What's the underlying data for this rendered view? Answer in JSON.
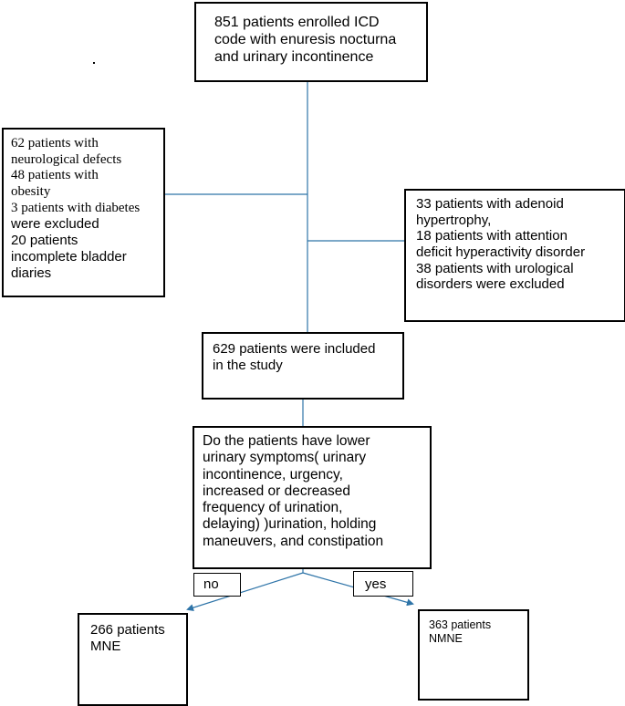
{
  "flowchart": {
    "enrolled": {
      "lines": [
        "851 patients enrolled ICD",
        "code with enuresis nocturna",
        "and urinary incontinence"
      ]
    },
    "exclusion_left": {
      "lines": [
        "62 patients  with",
        "neurological defects",
        "48 patients with",
        "obesity",
        "3 patients with diabetes",
        "were excluded",
        "20 patients",
        "incomplete bladder",
        "diaries"
      ]
    },
    "exclusion_right": {
      "lines": [
        "33 patients with adenoid",
        "hypertrophy,",
        "18 patients with attention",
        "deficit hyperactivity disorder",
        "38 patients with urological",
        "disorders were excluded"
      ]
    },
    "included": {
      "lines": [
        "629 patients were included",
        "in the study"
      ]
    },
    "question": {
      "lines": [
        "Do the patients have lower",
        "urinary symptoms( urinary",
        "incontinence, urgency,",
        "increased or decreased",
        "frequency of urination,",
        "delaying) )urination, holding",
        "maneuvers, and constipation"
      ]
    },
    "branch_no": {
      "label": "no"
    },
    "branch_yes": {
      "label": "yes"
    },
    "outcome_mne": {
      "lines": [
        "266 patients",
        "MNE"
      ]
    },
    "outcome_nmne": {
      "lines": [
        "363 patients",
        "NMNE"
      ]
    }
  },
  "colors": {
    "connector": "#2e74a8",
    "border": "#000000",
    "text": "#000000"
  }
}
